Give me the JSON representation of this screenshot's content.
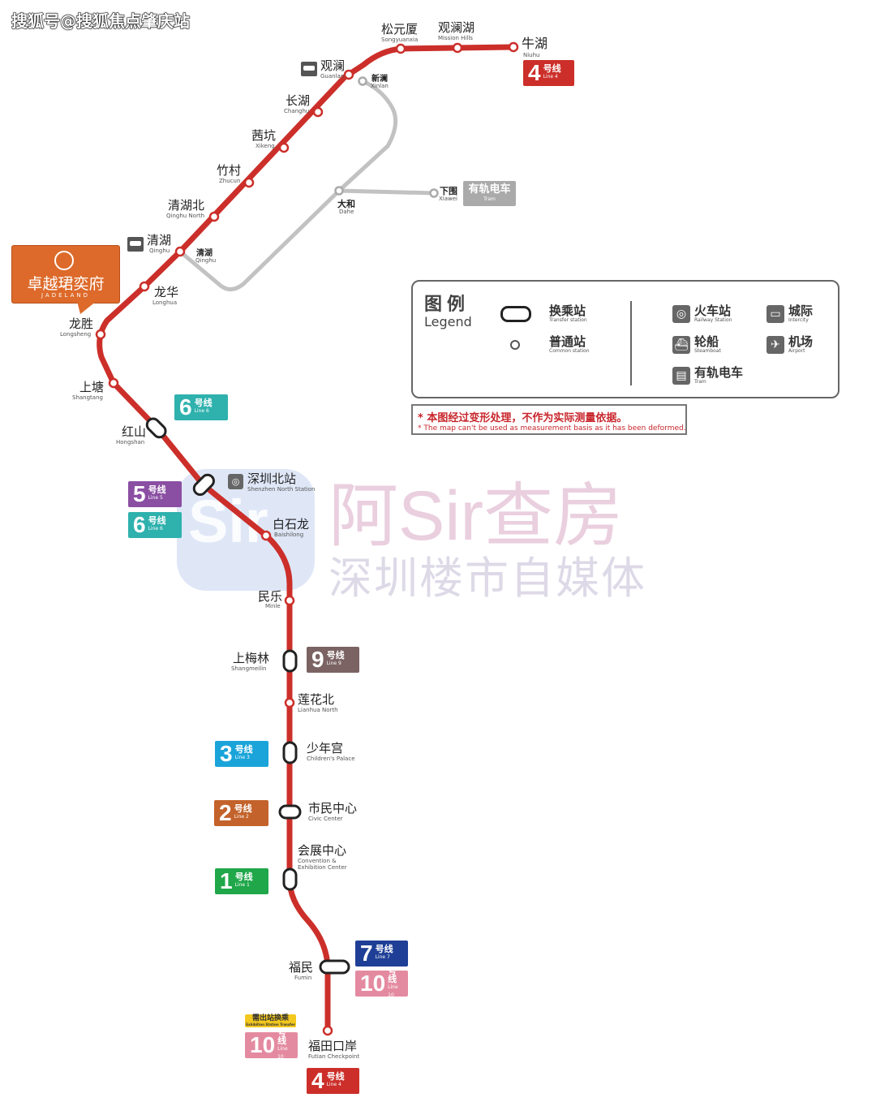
{
  "header": {
    "watermark": "搜狐号@搜狐焦点肇庆站"
  },
  "promo": {
    "name": "卓越珺奕府",
    "sub": "JADELAND"
  },
  "colors": {
    "line4": "#cc2f2a",
    "line5": "#8a4fa3",
    "line6": "#2fb1ad",
    "line9": "#7b6363",
    "line3": "#1aa4d9",
    "line2": "#c3622a",
    "line1": "#1fa74a",
    "line7": "#1f3f96",
    "line10": "#e48aa0",
    "tram": "#aaaaaa"
  },
  "stations": [
    {
      "zh": "牛湖",
      "en": "Niuhu"
    },
    {
      "zh": "观澜湖",
      "en": "Mission Hills"
    },
    {
      "zh": "松元厦",
      "en": "Songyuanxia"
    },
    {
      "zh": "观澜",
      "en": "Guanlan"
    },
    {
      "zh": "长湖",
      "en": "Changhu"
    },
    {
      "zh": "茜坑",
      "en": "Xikeng"
    },
    {
      "zh": "竹村",
      "en": "Zhucun"
    },
    {
      "zh": "清湖北",
      "en": "Qinghu North"
    },
    {
      "zh": "清湖",
      "en": "Qinghu"
    },
    {
      "zh": "龙华",
      "en": "Longhua"
    },
    {
      "zh": "龙胜",
      "en": "Longsheng"
    },
    {
      "zh": "上塘",
      "en": "Shangtang"
    },
    {
      "zh": "红山",
      "en": "Hongshan"
    },
    {
      "zh": "深圳北站",
      "en": "Shenzhen North Station"
    },
    {
      "zh": "白石龙",
      "en": "Baishilong"
    },
    {
      "zh": "民乐",
      "en": "Minle"
    },
    {
      "zh": "上梅林",
      "en": "Shangmeilin"
    },
    {
      "zh": "莲花北",
      "en": "Lianhua North"
    },
    {
      "zh": "少年宫",
      "en": "Children's Palace"
    },
    {
      "zh": "市民中心",
      "en": "Civic Center"
    },
    {
      "zh": "会展中心",
      "en": "Convention & Exhibition Center"
    },
    {
      "zh": "福民",
      "en": "Fumin"
    },
    {
      "zh": "福田口岸",
      "en": "Futian Checkpoint"
    }
  ],
  "tram_stations": [
    {
      "zh": "新澜",
      "en": "Xinlan"
    },
    {
      "zh": "大和",
      "en": "Dahe"
    },
    {
      "zh": "下围",
      "en": "Xiawei"
    },
    {
      "zh": "清湖",
      "en": "Qinghu"
    }
  ],
  "tram_sign": {
    "zh": "有轨电车",
    "en": "Tram"
  },
  "badges": [
    {
      "num": "4",
      "zh": "号线",
      "en": "Line 4",
      "color": "#cc2f2a"
    },
    {
      "num": "6",
      "zh": "号线",
      "en": "Line 6",
      "color": "#2fb1ad"
    },
    {
      "num": "5",
      "zh": "号线",
      "en": "Line 5",
      "color": "#8a4fa3"
    },
    {
      "num": "6",
      "zh": "号线",
      "en": "Line 6",
      "color": "#2fb1ad"
    },
    {
      "num": "9",
      "zh": "号线",
      "en": "Line 9",
      "color": "#7b6363"
    },
    {
      "num": "3",
      "zh": "号线",
      "en": "Line 3",
      "color": "#1aa4d9"
    },
    {
      "num": "2",
      "zh": "号线",
      "en": "Line 2",
      "color": "#c3622a"
    },
    {
      "num": "1",
      "zh": "号线",
      "en": "Line 1",
      "color": "#1fa74a"
    },
    {
      "num": "7",
      "zh": "号线",
      "en": "Line 7",
      "color": "#1f3f96"
    },
    {
      "num": "10",
      "zh": "号线",
      "en": "Line 10",
      "color": "#e48aa0"
    },
    {
      "num": "10",
      "zh": "号线",
      "en": "Line 10",
      "color": "#e48aa0"
    },
    {
      "num": "4",
      "zh": "号线",
      "en": "Line 4",
      "color": "#cc2f2a"
    }
  ],
  "exhibit_tag": {
    "zh": "需出站换乘",
    "en": "Exhibition Station Transfer"
  },
  "legend": {
    "title_zh": "图例",
    "title_en": "Legend",
    "transfer": {
      "zh": "换乘站",
      "en": "Transfer station"
    },
    "common": {
      "zh": "普通站",
      "en": "Common station"
    },
    "railway": {
      "zh": "火车站",
      "en": "Railway Station"
    },
    "intercity": {
      "zh": "城际",
      "en": "Intercity"
    },
    "steamboat": {
      "zh": "轮船",
      "en": "Steamboat"
    },
    "airport": {
      "zh": "机场",
      "en": "Airport"
    },
    "tram": {
      "zh": "有轨电车",
      "en": "Tram"
    }
  },
  "note": {
    "zh": "* 本图经过变形处理，不作为实际测量依据。",
    "en": "* The map can't be used as measurement basis as it has been deformed."
  },
  "watermark": {
    "brand": "阿Sir查房",
    "tagline": "深圳楼市自媒体",
    "logo": "Sir"
  }
}
